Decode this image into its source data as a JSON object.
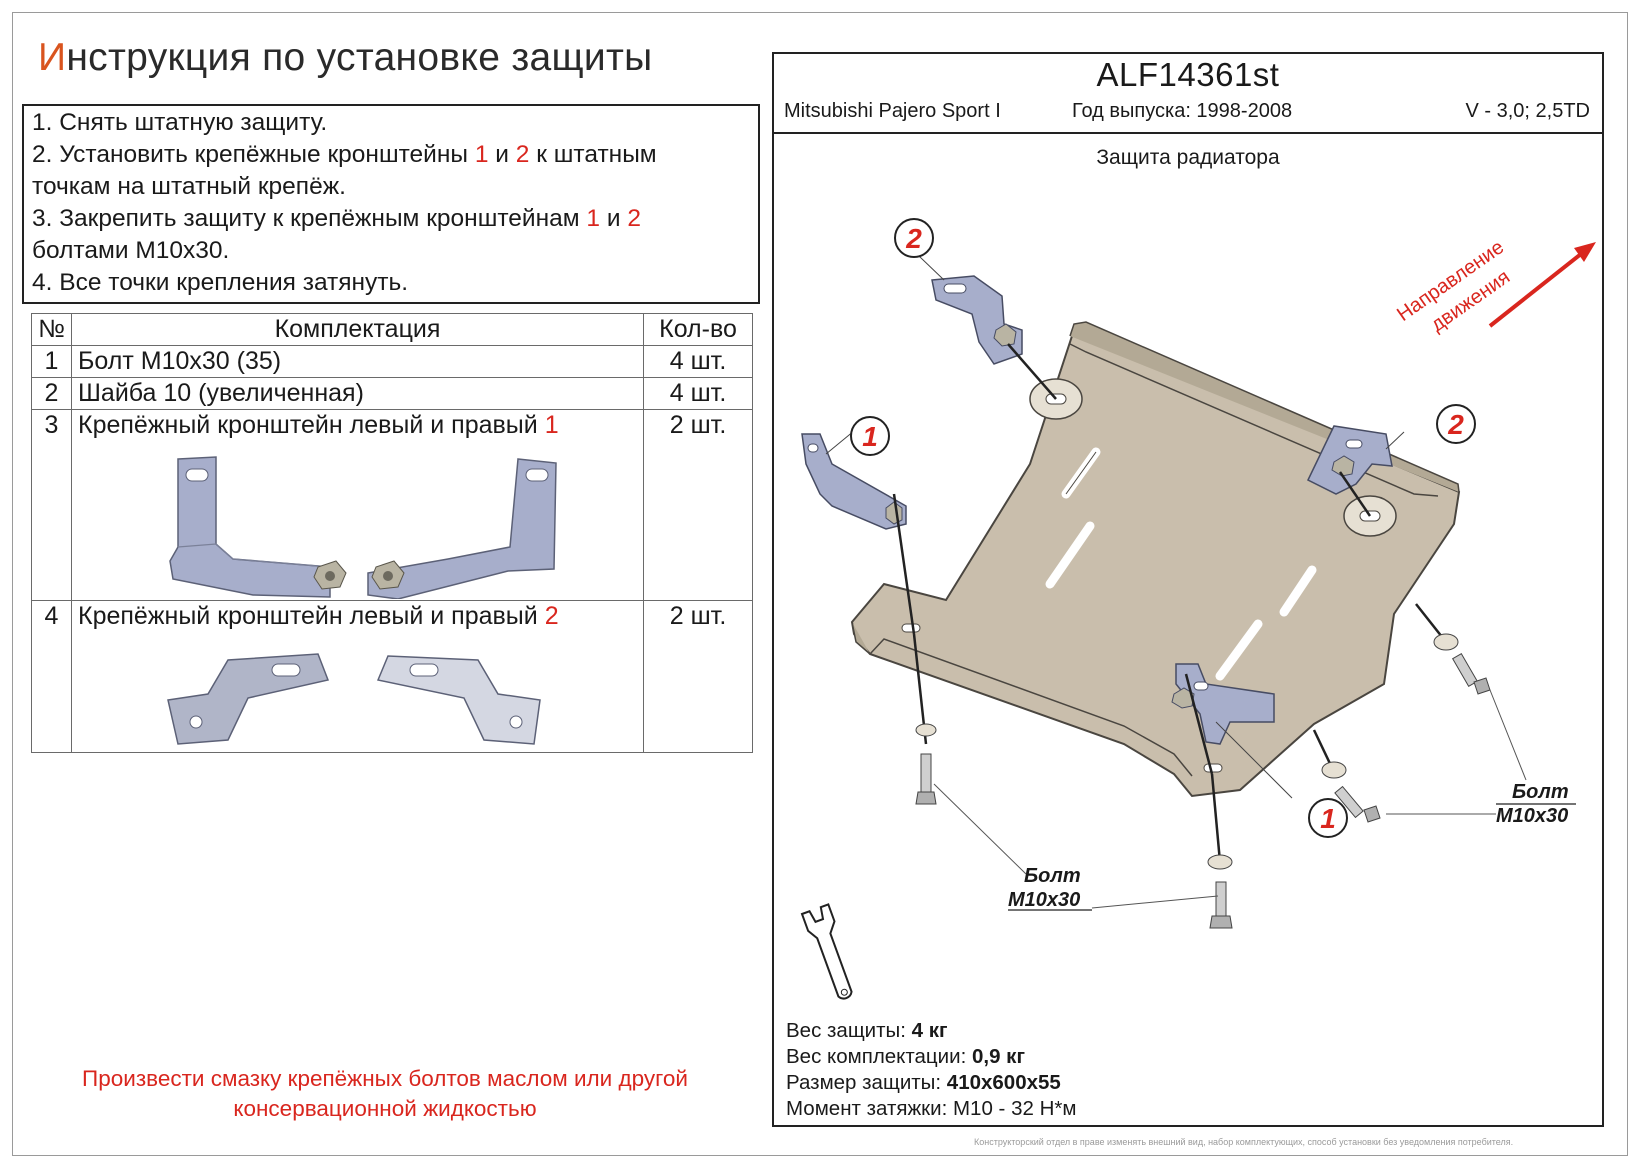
{
  "title": {
    "first_letter": "И",
    "rest": "нструкция по установке защиты"
  },
  "instructions": {
    "line1": "1. Снять штатную защиту.",
    "line2_a": "2. Установить крепёжные кронштейны ",
    "line2_b1": "1",
    "line2_mid": " и ",
    "line2_b2": "2",
    "line2_c": " к штатным",
    "line2_d": "точкам на штатный крепёж.",
    "line3_a": "3. Закрепить защиту к крепёжным кронштейнам ",
    "line3_b1": "1",
    "line3_mid": " и ",
    "line3_b2": "2",
    "line3_c": "болтами М10х30.",
    "line4": "4. Все точки крепления затянуть."
  },
  "kit": {
    "headers": {
      "num": "№",
      "name": "Комплектация",
      "qty": "Кол-во"
    },
    "rows": [
      {
        "num": "1",
        "name": "Болт М10х30 (35)",
        "qty": "4 шт."
      },
      {
        "num": "2",
        "name": "Шайба 10 (увеличенная)",
        "qty": "4 шт."
      },
      {
        "num": "3",
        "name": "Крепёжный кронштейн левый и правый ",
        "ref": "1",
        "qty": "2 шт."
      },
      {
        "num": "4",
        "name": "Крепёжный кронштейн левый и правый ",
        "ref": "2",
        "qty": "2 шт."
      }
    ]
  },
  "lube_note": {
    "line1": "Произвести смазку крепёжных болтов маслом или другой",
    "line2": "консервационной жидкостью"
  },
  "panel": {
    "code": "ALF14361st",
    "car": "Mitsubishi Pajero Sport I",
    "year": "Год выпуска: 1998-2008",
    "engine": "V - 3,0; 2,5TD",
    "subtitle": "Защита радиатора",
    "direction_line1": "Направление",
    "direction_line2": "движения",
    "callout_1": "1",
    "callout_2": "2",
    "bolt_label": "Болт",
    "bolt_size": "М10х30",
    "specs": {
      "weight_label": "Вес защиты: ",
      "weight_value": "4 кг",
      "kit_weight_label": "Вес комплектации: ",
      "kit_weight_value": "0,9 кг",
      "size_label": "Размер защиты: ",
      "size_value": "410х600х55",
      "torque_label": "Момент затяжки:  ",
      "torque_value": "М10 - 32 Н*м"
    }
  },
  "footnote": "Конструкторский отдел в праве изменять внешний вид, набор комплектующих, способ установки без уведомления потребителя.",
  "colors": {
    "accent_red": "#d9261e",
    "title_orange": "#d9541e",
    "plate": "#c9beac",
    "bracket": "#a7aecb"
  }
}
